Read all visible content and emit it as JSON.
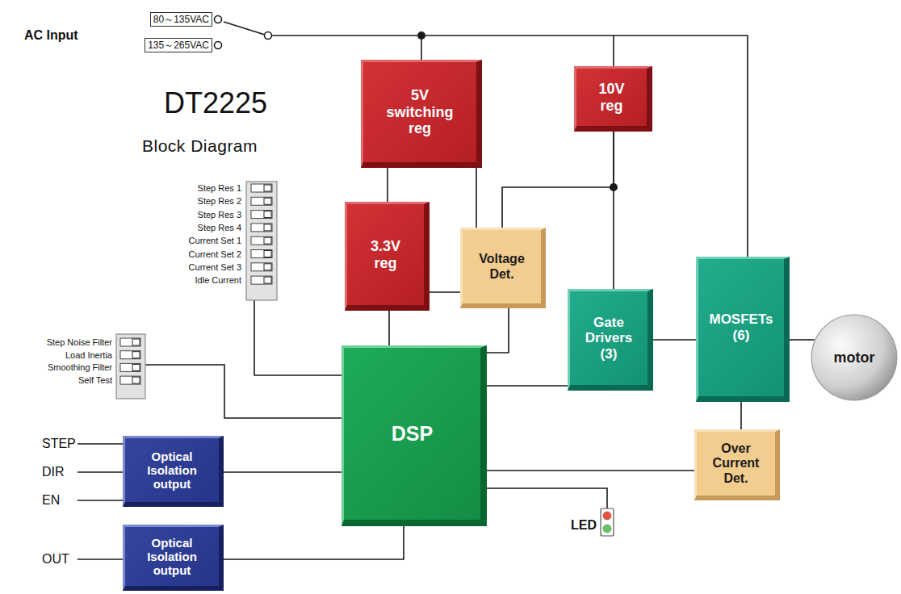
{
  "diagram": {
    "title": "DT2225",
    "nodes": [
      {
        "text": [
          "5V switching reg"
        ]
      },
      {
        "text": [
          "10V reg"
        ]
      },
      {
        "text": [
          "3.3V reg"
        ]
      },
      {
        "text": [
          "Voltage Det."
        ]
      },
      {
        "text": [
          "Gate Drivers (3)"
        ]
      },
      {
        "text": [
          "MOSFETs (6)"
        ]
      },
      {
        "text": [
          "motor"
        ]
      },
      {
        "text": [
          "DSP"
        ]
      },
      {
        "text": [
          "Optical Isolation output"
        ]
      },
      {
        "text": [
          "Over Current Det."
        ]
      },
      {
        "text": [
          "Optical Isolation output"
        ]
      }
    ],
    "edges": [
      {
        "from": 0,
        "to": 2,
        "arrow": "none"
      },
      {
        "from": 0,
        "to": 3,
        "arrow": "none"
      },
      {
        "from": 2,
        "to": 7,
        "arrow": "none"
      },
      {
        "from": 2,
        "to": 3,
        "arrow": "none"
      },
      {
        "from": 1,
        "to": 4,
        "arrow": "none"
      },
      {
        "from": 1,
        "to": 3,
        "arrow": "none"
      },
      {
        "from": 3,
        "to": 7,
        "arrow": "none"
      },
      {
        "from": 7,
        "to": 4,
        "arrow": "none"
      },
      {
        "from": 4,
        "to": 5,
        "arrow": "none"
      },
      {
        "from": 5,
        "to": 6,
        "arrow": "none"
      },
      {
        "from": 5,
        "to": 9,
        "arrow": "none"
      },
      {
        "from": 7,
        "to": 9,
        "arrow": "none"
      },
      {
        "from": 8,
        "to": 7,
        "arrow": "none"
      },
      {
        "from": 7,
        "to": 10,
        "arrow": "none"
      }
    ],
    "labels": [
      "80～135VAC",
      "135～265VAC",
      "AC Input",
      "Block Diagram",
      "Step Res 1",
      "Step Res 2",
      "Step Res 3",
      "Step Res 4",
      "Current Set 1",
      "Current Set 2",
      "Current Set 3",
      "Idle Current",
      "Step Noise Filter",
      "Load Inertia",
      "Smoothing Filter",
      "Self Test",
      "STEP",
      "DIR",
      "EN",
      "OUT",
      "LED"
    ]
  }
}
